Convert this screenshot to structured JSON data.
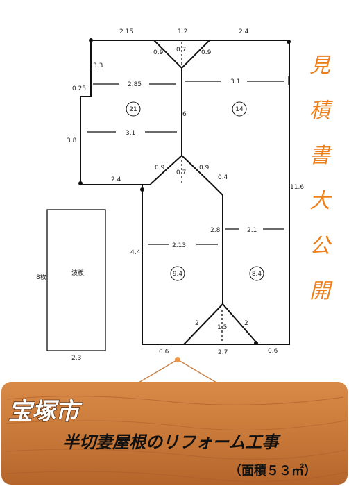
{
  "vertical_title": [
    "見",
    "積",
    "書",
    "大",
    "公",
    "開"
  ],
  "banner": {
    "city": "宝塚市",
    "project": "半切妻屋根のリフォーム工事",
    "area": "（面積５３㎡）"
  },
  "plan": {
    "labels": {
      "d_215": "2.15",
      "d_12": "1.2",
      "d_24_top": "2.4",
      "d_09_a": "0.9",
      "d_07_a": "0.7",
      "d_09_b": "0.9",
      "d_33": "3.3",
      "d_025": "0.25",
      "d_285": "2.85",
      "d_31_top": "3.1",
      "d_6": "6",
      "d_38": "3.8",
      "d_31_mid": "3.1",
      "d_09_c": "0.9",
      "d_07_b": "0.7",
      "d_09_d": "0.9",
      "d_24_mid": "2.4",
      "d_04": "0.4",
      "d_116": "11.6",
      "d_28": "2.8",
      "d_21": "2.1",
      "d_213": "2.13",
      "d_44": "4.4",
      "d_2_a": "2",
      "d_15": "1.5",
      "d_2_b": "2",
      "d_06_a": "0.6",
      "d_27": "2.7",
      "d_06_b": "0.6",
      "area_21": "21",
      "area_14": "14",
      "area_94": "9.4",
      "area_84": "8.4",
      "sheets": "8枚",
      "sheet_label": "波板",
      "d_23": "2.3"
    }
  }
}
